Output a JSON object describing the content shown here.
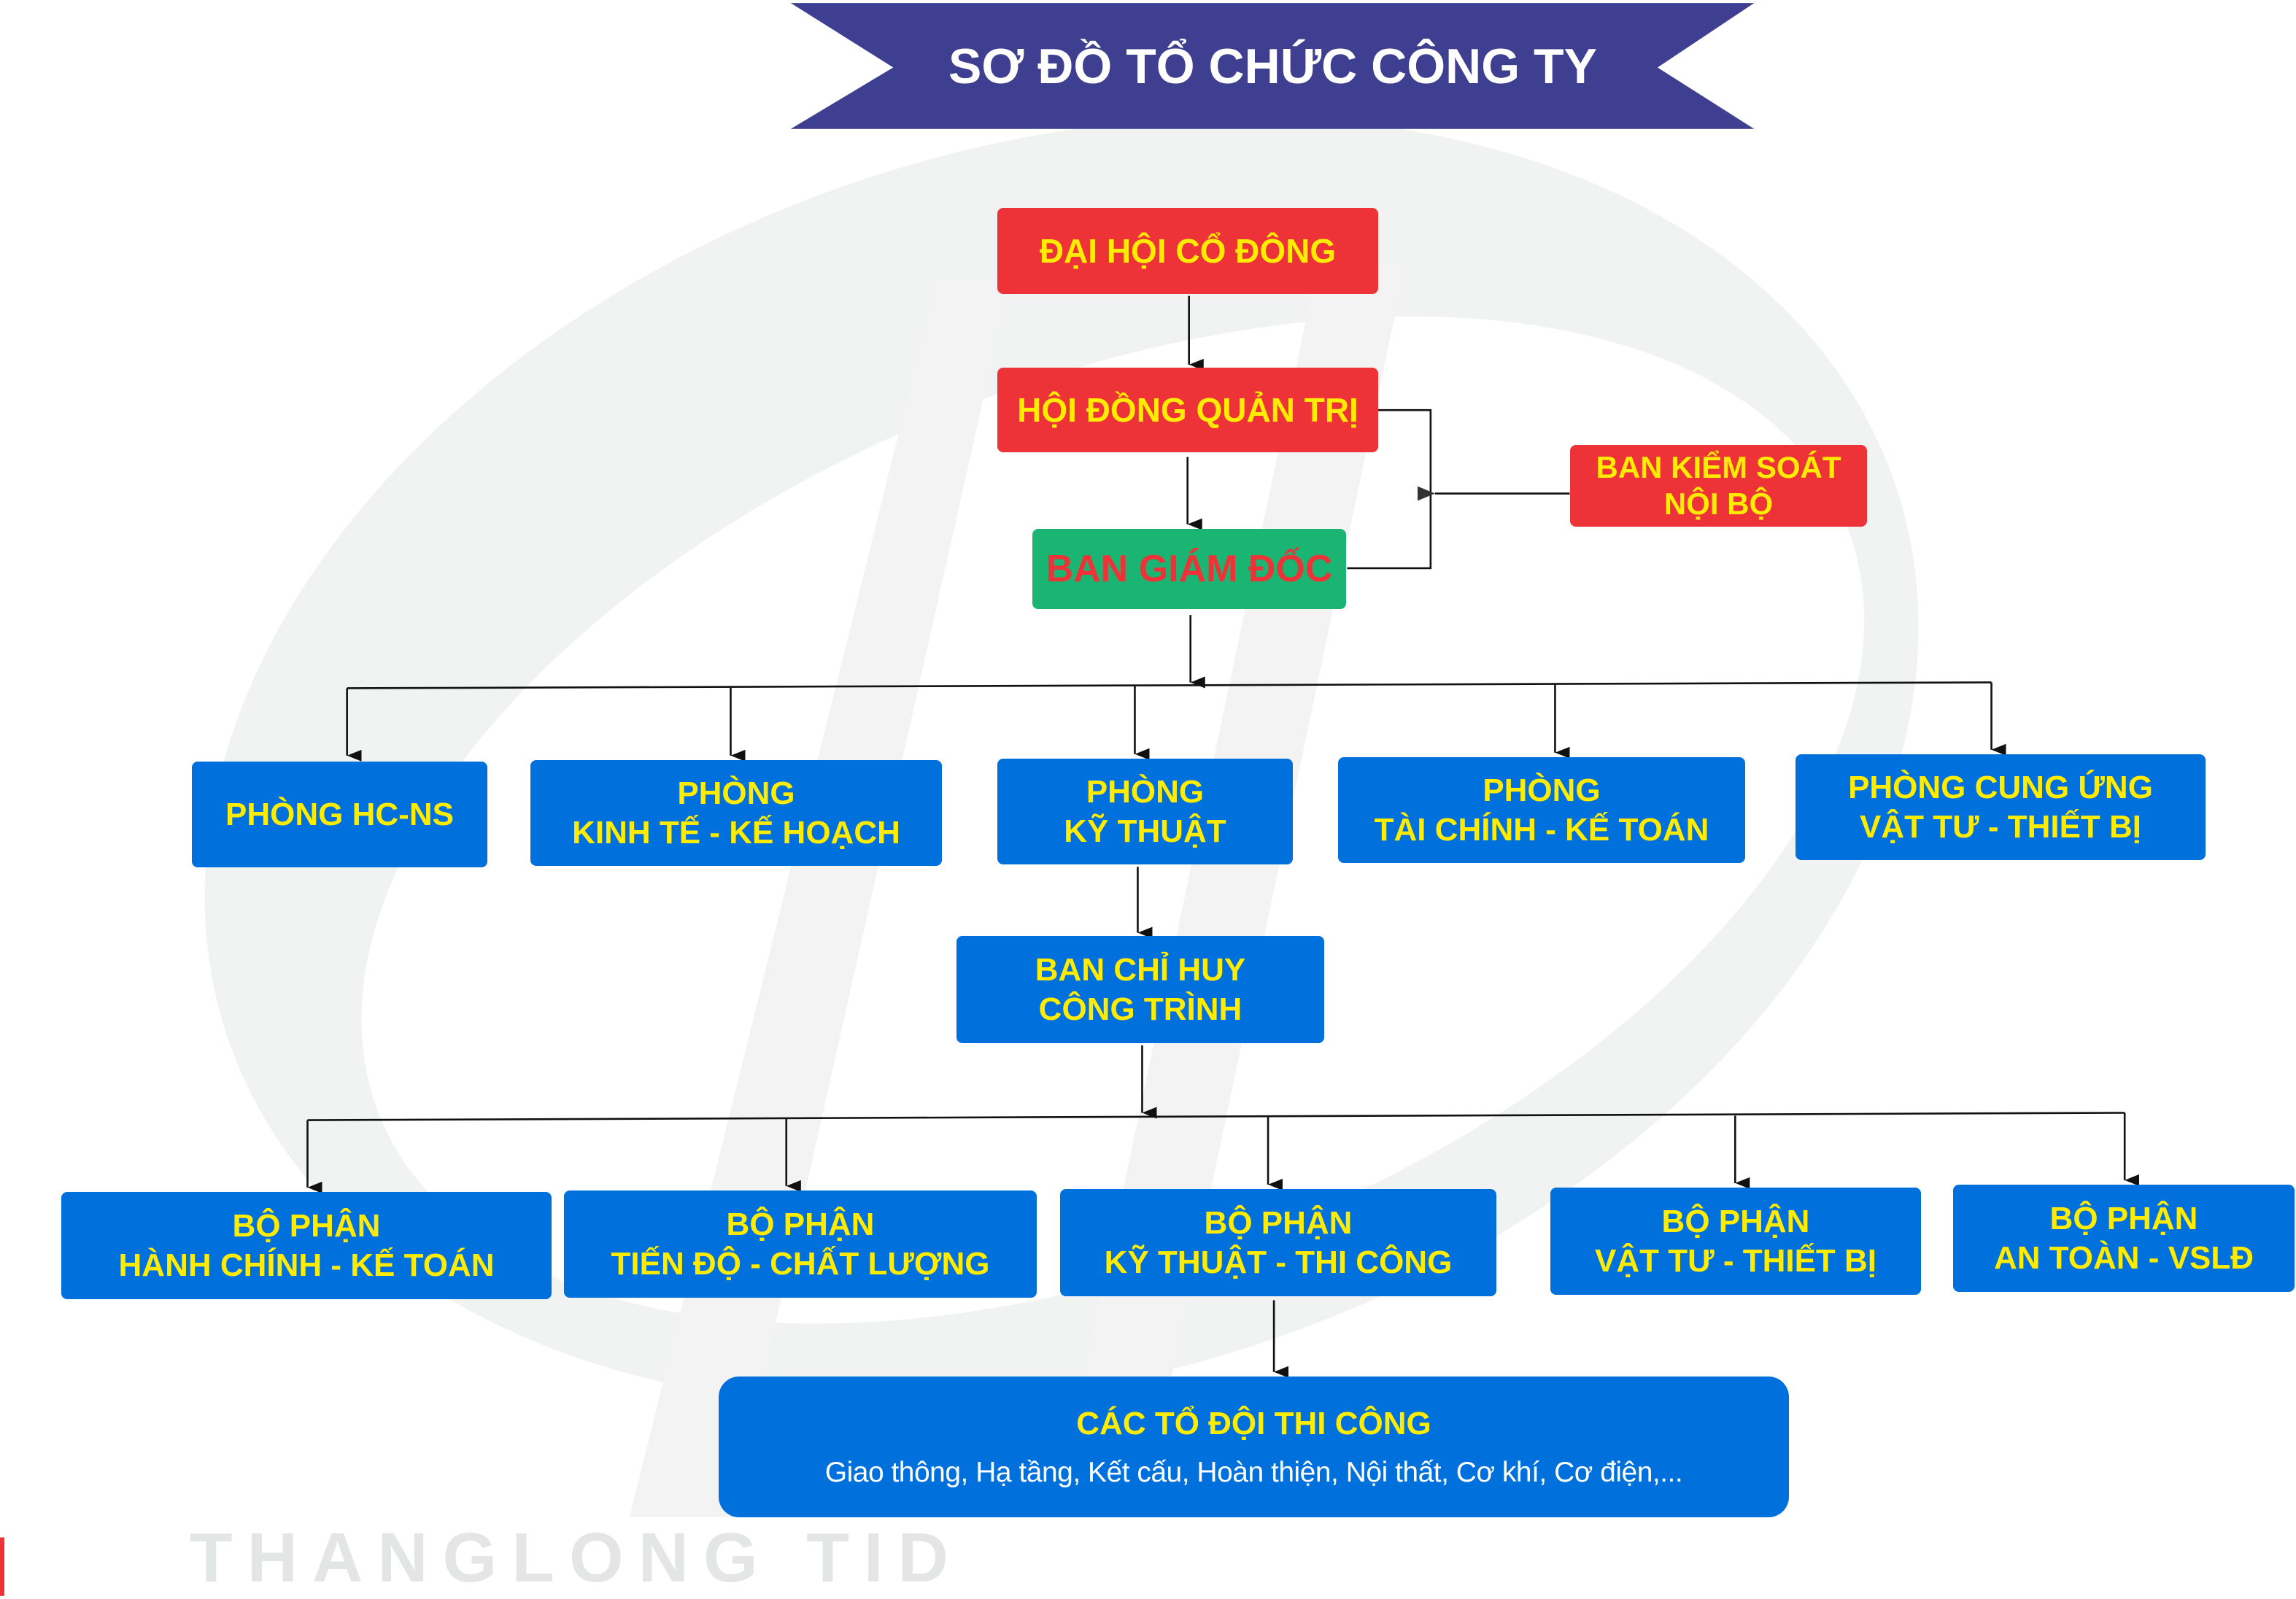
{
  "title": "SƠ ĐỒ TỔ CHỨC CÔNG TY",
  "watermark": "THANGLONG TID",
  "colors": {
    "banner": "#3f3f92",
    "red": "#ee3338",
    "green": "#1bb573",
    "blue": "#0070dc",
    "text_yellow": "#ffec00"
  },
  "top": {
    "dhcd": "ĐẠI HỘI CỔ ĐÔNG",
    "hdqt": "HỘI ĐỒNG QUẢN TRỊ",
    "bks": [
      "BAN KIỂM SOÁT",
      "NỘI BỘ"
    ],
    "bgd": "BAN GIÁM ĐỐC"
  },
  "departments": [
    [
      "PHÒNG HC-NS"
    ],
    [
      "PHÒNG",
      "KINH TẾ - KẾ HOẠCH"
    ],
    [
      "PHÒNG",
      "KỸ THUẬT"
    ],
    [
      "PHÒNG",
      "TÀI CHÍNH - KẾ TOÁN"
    ],
    [
      "PHÒNG CUNG ỨNG",
      "VẬT TƯ - THIẾT BỊ"
    ]
  ],
  "bch": [
    "BAN CHỈ HUY",
    "CÔNG TRÌNH"
  ],
  "units": [
    [
      "BỘ PHẬN",
      "HÀNH CHÍNH - KẾ TOÁN"
    ],
    [
      "BỘ PHẬN",
      "TIẾN ĐỘ - CHẤT LƯỢNG"
    ],
    [
      "BỘ PHẬN",
      "KỸ THUẬT - THI CÔNG"
    ],
    [
      "BỘ PHẬN",
      "VẬT TƯ - THIẾT BỊ"
    ],
    [
      "BỘ PHẬN",
      "AN TOÀN - VSLĐ"
    ]
  ],
  "teams": {
    "title": "CÁC TỔ ĐỘI THI CÔNG",
    "subtitle": "Giao thông, Hạ tầng, Kết cấu, Hoàn thiện, Nội thất, Cơ khí, Cơ điện,..."
  }
}
